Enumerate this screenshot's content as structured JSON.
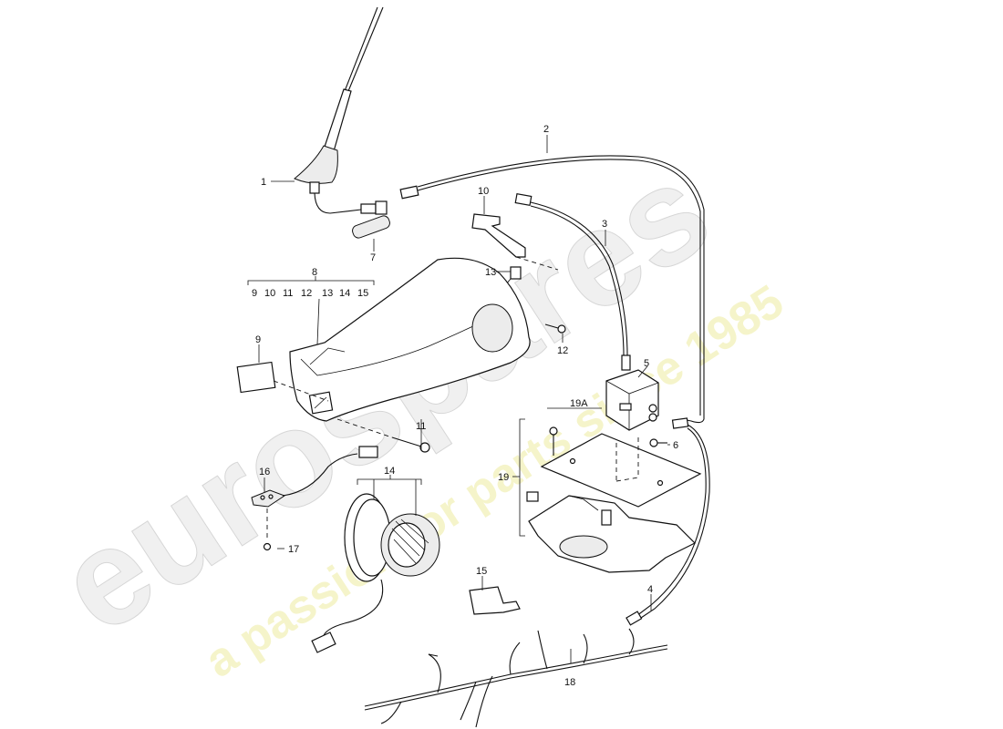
{
  "watermark": {
    "brand": "eurospares",
    "tagline": "a passion for parts since 1985",
    "brand_color": "#e4e4e4",
    "tagline_color": "#f1f0b8"
  },
  "labels": {
    "1": "1",
    "2": "2",
    "3": "3",
    "4": "4",
    "5": "5",
    "6": "6",
    "7": "7",
    "8": "8",
    "9": "9",
    "10": "10",
    "11": "11",
    "12": "12",
    "13": "13",
    "14": "14",
    "15": "15",
    "16": "16",
    "17": "17",
    "18": "18",
    "19": "19",
    "19A": "19A"
  },
  "group8_sub": [
    "9",
    "10",
    "11",
    "12",
    "13",
    "14",
    "15"
  ]
}
